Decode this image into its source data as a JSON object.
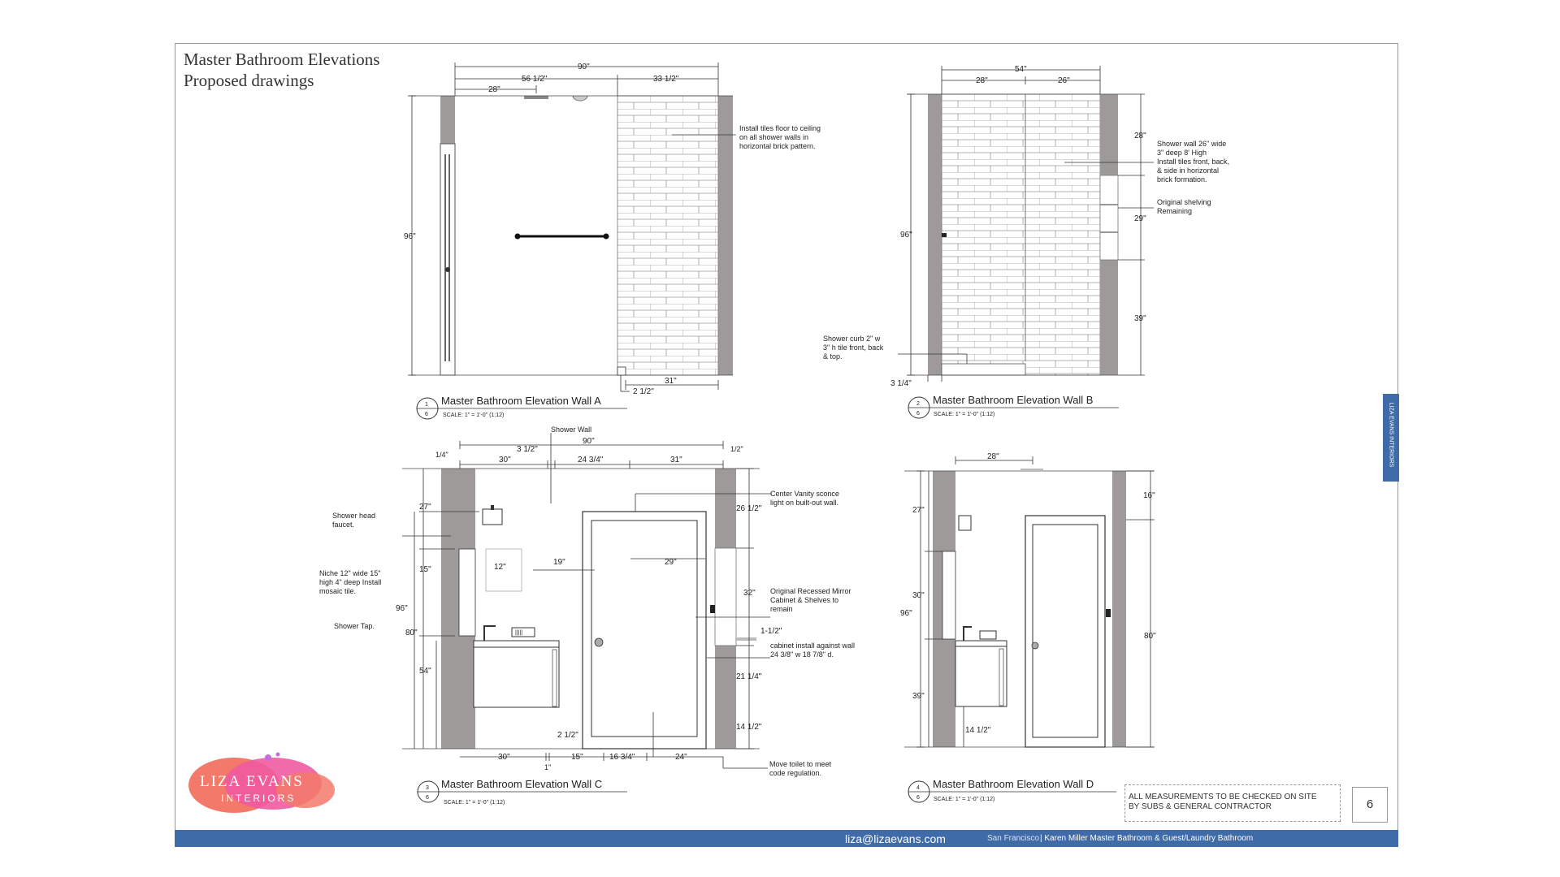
{
  "title": {
    "line1": "Master Bathroom Elevations",
    "line2": "Proposed drawings"
  },
  "wall_a": {
    "name": "Master Bathroom Elevation Wall A",
    "num": "1",
    "sheet": "6",
    "scale": "SCALE: 1\" = 1'-0\" (1:12)",
    "dims": {
      "overall": "90\"",
      "left": "56 1/2\"",
      "right": "33 1/2\"",
      "sub": "28\"",
      "height": "96\"",
      "bottom": "31\"",
      "curb": "2 1/2\""
    },
    "note": [
      "Install tiles floor to ceiling",
      "on all shower walls in",
      "horizontal brick pattern."
    ]
  },
  "wall_b": {
    "name": "Master Bathroom Elevation Wall B",
    "num": "2",
    "sheet": "6",
    "scale": "SCALE: 1\" = 1'-0\" (1:12)",
    "dims": {
      "overall": "54\"",
      "left": "28\"",
      "right": "26\"",
      "height": "96\"",
      "upper": "28\"",
      "shelf": "29\"",
      "lower": "39\"",
      "curb": "3 1/4\""
    },
    "note_wall": [
      "Shower wall 26\" wide",
      "3\" deep 8' High",
      "Install tiles front, back,",
      "& side in horizontal",
      "brick formation."
    ],
    "note_shelf": [
      "Original shelving",
      "Remaining"
    ],
    "note_curb": [
      "Shower curb 2\" w",
      "3\" h tile front, back",
      "& top."
    ]
  },
  "wall_c": {
    "name": "Master Bathroom Elevation Wall C",
    "num": "3",
    "sheet": "6",
    "scale": "SCALE: 1\" = 1'-0\" (1:12)",
    "dims": {
      "overall": "90\"",
      "quarter": "1/4\"",
      "half": "1/2\"",
      "d30": "30\"",
      "d3half": "3 1/2\"",
      "d2434": "24 3/4\"",
      "d31": "31\"",
      "d27": "27\"",
      "d15": "15\"",
      "d12": "12\"",
      "d96": "96\"",
      "d80": "80\"",
      "d54": "54\"",
      "d19": "19\"",
      "d29": "29\"",
      "d2612": "26 1/2\"",
      "d32": "32\"",
      "d112": "1-1/2\"",
      "d2114": "21 1/4\"",
      "d1412": "14 1/2\"",
      "b30": "30\"",
      "b1": "1\"",
      "b15": "15\"",
      "b1634": "16 3/4\"",
      "b24": "24\"",
      "b212": "2 1/2\""
    },
    "shower_wall": "Shower Wall",
    "head": [
      "Shower head",
      "faucet."
    ],
    "niche": [
      "Niche 12\" wide 15\"",
      "high 4\" deep Install",
      "mosaic tile."
    ],
    "tap": "Shower Tap.",
    "sconce": [
      "Center Vanity sconce",
      "light on built-out wall."
    ],
    "mirror": [
      "Original Recessed Mirror",
      "Cabinet & Shelves to",
      "remain"
    ],
    "cabinet": [
      "cabinet install against wall",
      "24 3/8\" w 18 7/8\" d."
    ],
    "toilet": [
      "Move toilet to meet",
      "code regulation."
    ]
  },
  "wall_d": {
    "name": "Master Bathroom Elevation Wall D",
    "num": "4",
    "sheet": "6",
    "scale": "SCALE: 1\" = 1'-0\" (1:12)",
    "dims": {
      "top": "28\"",
      "d16": "16\"",
      "d27": "27\"",
      "d30": "30\"",
      "d96": "96\"",
      "d80": "80\"",
      "d39": "39\"",
      "d1412": "14 1/2\""
    }
  },
  "note": {
    "line1": "ALL MEASUREMENTS TO BE CHECKED ON SITE",
    "line2": "BY SUBS & GENERAL CONTRACTOR"
  },
  "page_number": "6",
  "logo": {
    "line1": "LIZA EVANS",
    "line2": "INTERIORS"
  },
  "side_tab": "LIZA EVANS INTERIORS",
  "footer": {
    "email": "liza@lizaevans.com",
    "location": "San Francisco",
    "project": "| Karen Miller Master Bathroom & Guest/Laundry Bathroom"
  },
  "colors": {
    "brand_blue": "#3f6ba8",
    "wall_gray": "#9e9a9a",
    "logo_pink": "#f05aa0",
    "logo_coral": "#f37a6a"
  }
}
